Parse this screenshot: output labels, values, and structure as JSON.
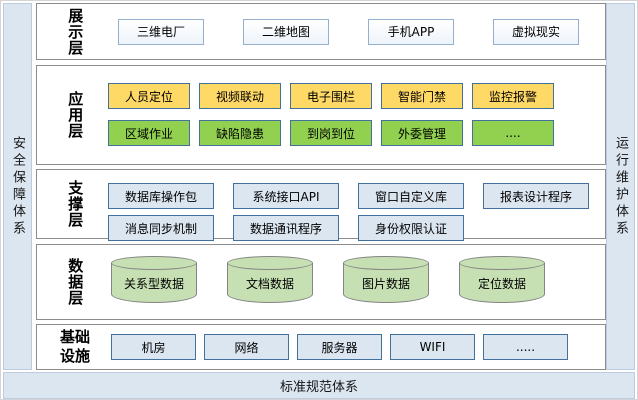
{
  "colors": {
    "panel_blue": "#dce6f1",
    "box_yellow": "#ffd966",
    "box_green": "#92d050",
    "cylinder_green": "#c6e0b4",
    "box_border_blue": "#41719c",
    "layer_border_gray": "#8c8c8c"
  },
  "left_panel": {
    "label": "安全保障体系"
  },
  "right_panel": {
    "label": "运行维护体系"
  },
  "bottom_panel": {
    "label": "标准规范体系"
  },
  "layers": {
    "presentation": {
      "label": "展示层",
      "items": [
        "三维电厂",
        "二维地图",
        "手机APP",
        "虚拟现实"
      ]
    },
    "application": {
      "label": "应用层",
      "row1": [
        "人员定位",
        "视频联动",
        "电子围栏",
        "智能门禁",
        "监控报警"
      ],
      "row2": [
        "区域作业",
        "缺陷隐患",
        "到岗到位",
        "外委管理",
        "...."
      ]
    },
    "support": {
      "label": "支撑层",
      "row1": [
        "数据库操作包",
        "系统接口API",
        "窗口自定义库",
        "报表设计程序"
      ],
      "row2": [
        "消息同步机制",
        "数据通讯程序",
        "身份权限认证"
      ]
    },
    "data": {
      "label": "数据层",
      "items": [
        "关系型数据",
        "文档数据",
        "图片数据",
        "定位数据"
      ]
    },
    "infrastructure": {
      "label": "基础设施",
      "items": [
        "机房",
        "网络",
        "服务器",
        "WIFI",
        "....."
      ]
    }
  }
}
